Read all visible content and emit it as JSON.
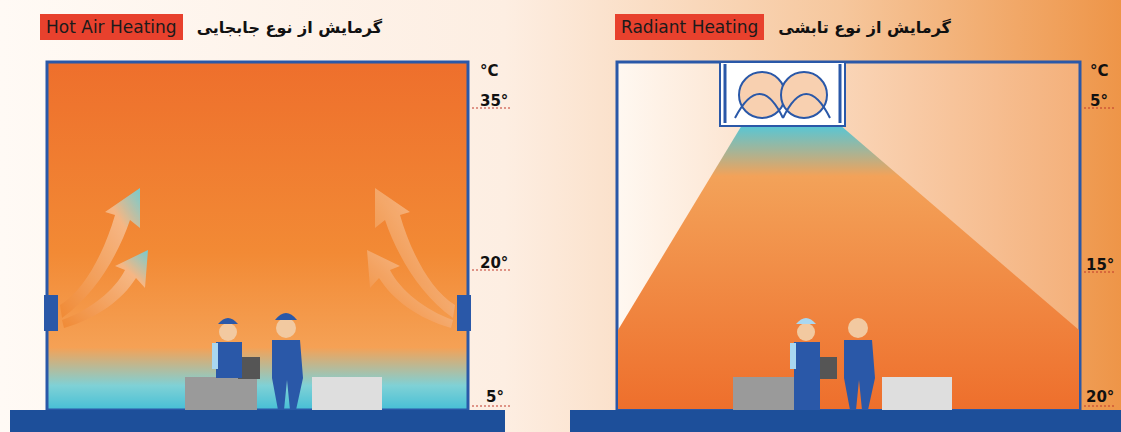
{
  "diagram": {
    "nodes": [
      {
        "text": [
          "Hot Air Heating",
          "گرمایش از نوع جابجایی"
        ]
      },
      {
        "text": [
          "Radiant Heating",
          "گرمایش از نوع تابشی"
        ]
      }
    ],
    "labels": [
      "°C",
      "35°",
      "20°",
      "5°",
      "°C",
      "5°",
      "15°",
      "20°"
    ]
  }
}
